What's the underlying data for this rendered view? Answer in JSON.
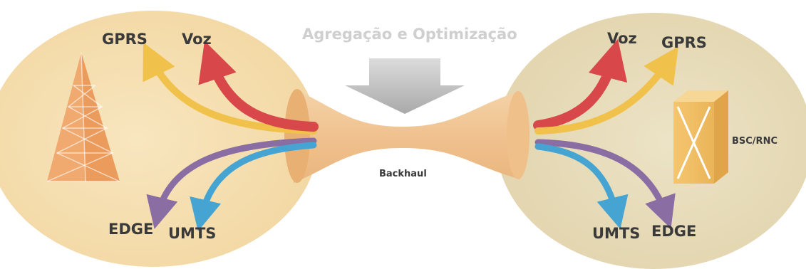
{
  "title": "Agregação e Optimização",
  "pipe_label": "Backhaul",
  "left": {
    "labels": {
      "gprs": "GPRS",
      "voz": "Voz",
      "edge": "EDGE",
      "umts": "UMTS"
    },
    "icon": "cell-tower-icon"
  },
  "right": {
    "labels": {
      "voz": "Voz",
      "gprs": "GPRS",
      "umts": "UMTS",
      "edge": "EDGE",
      "node": "BSC/RNC"
    },
    "icon": "bsc-rnc-cabinet-icon"
  },
  "colors": {
    "gprs": "#f0c14b",
    "voz": "#d8474a",
    "edge": "#8a6ea3",
    "umts": "#46a4d3",
    "pipe": "#f1c89a",
    "left_circle": "#f5deb0",
    "right_circle": "#e7dcbb",
    "arrow_down": "#b8b8b8"
  }
}
